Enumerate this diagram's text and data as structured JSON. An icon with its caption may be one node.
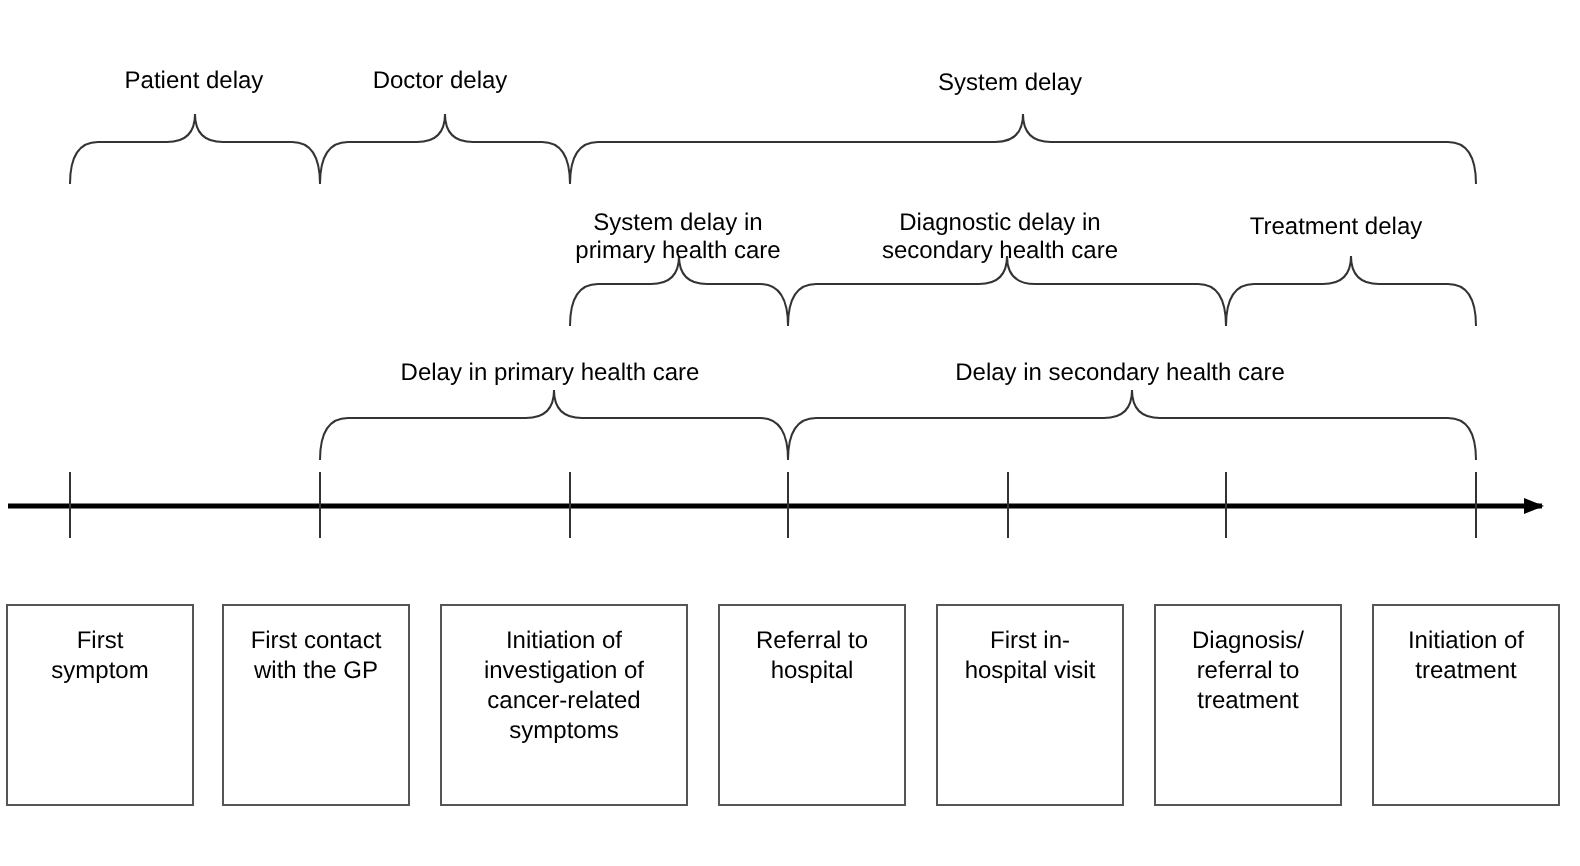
{
  "diagram": {
    "nodes": [
      {
        "text": [
          "First symptom"
        ]
      },
      {
        "text": [
          "First contact with the GP"
        ]
      },
      {
        "text": [
          "Initiation of investigation of cancer-related symptoms"
        ]
      },
      {
        "text": [
          "Referral to hospital"
        ]
      },
      {
        "text": [
          "First in-hospital visit"
        ]
      },
      {
        "text": [
          "Diagnosis/ referral to treatment"
        ]
      },
      {
        "text": [
          "Initiation of treatment"
        ]
      }
    ],
    "edges": [],
    "labels": [
      "Patient delay",
      "Doctor delay",
      "System delay",
      "System delay in primary health care",
      "Diagnostic delay in secondary health care",
      "Treatment delay",
      "Delay in primary health care",
      "Delay in secondary health care"
    ]
  }
}
